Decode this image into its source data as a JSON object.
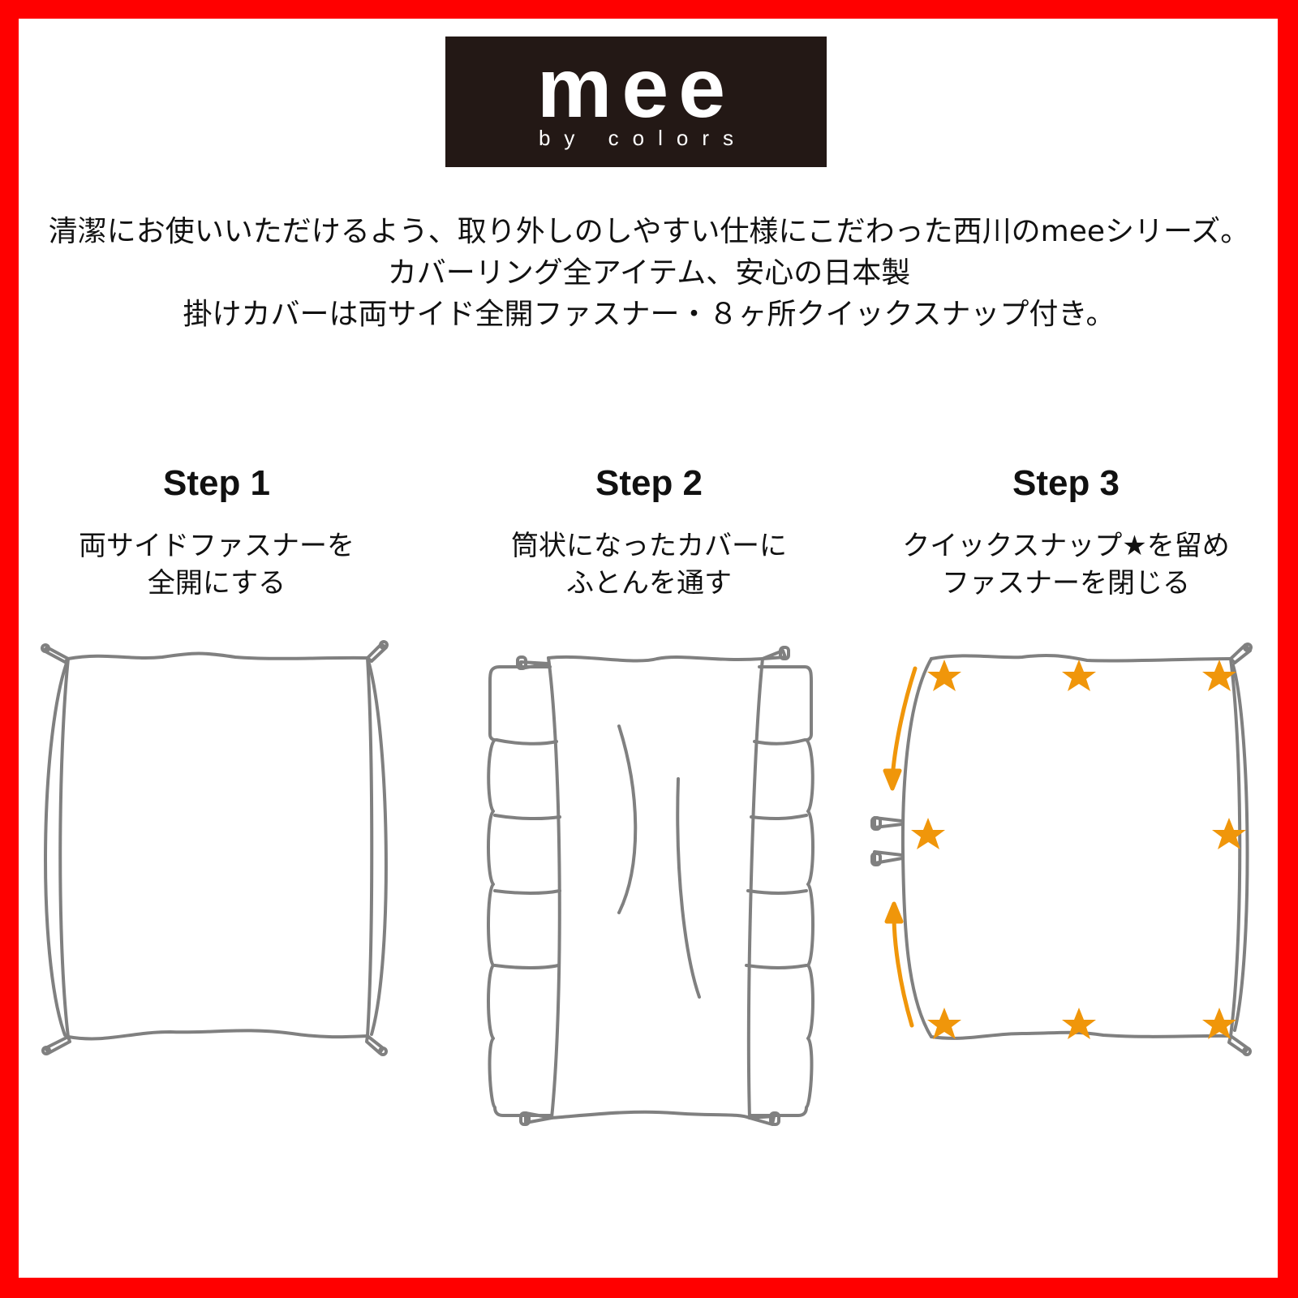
{
  "logo": {
    "brand": "mee",
    "tagline": "by colors",
    "background": "#231815"
  },
  "intro": {
    "lines": [
      "清潔にお使いいただけるよう、取り外しのしやすい仕様にこだわった西川のmeeシリーズ。",
      "カバーリング全アイテム、安心の日本製",
      "掛けカバーは両サイド全開ファスナー・８ヶ所クイックスナップ付き。"
    ]
  },
  "steps": [
    {
      "title": "Step 1",
      "desc": [
        "両サイドファスナーを",
        "全開にする"
      ],
      "illustration": "open-cover-icon"
    },
    {
      "title": "Step 2",
      "desc": [
        "筒状になったカバーに",
        "ふとんを通す"
      ],
      "illustration": "futon-insert-icon"
    },
    {
      "title": "Step 3",
      "desc": [
        "クイックスナップ★を留め",
        "ファスナーを閉じる"
      ],
      "illustration": "close-cover-icon"
    }
  ],
  "colors": {
    "border": "#ff0000",
    "line": "#808080",
    "accent": "#f0960a",
    "text": "#111111"
  }
}
